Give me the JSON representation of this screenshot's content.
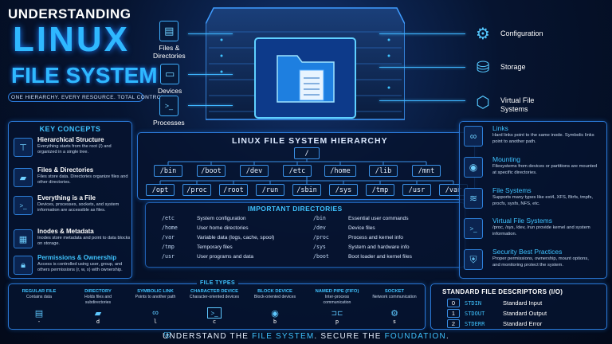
{
  "title": {
    "line1": "UNDERSTANDING",
    "line2": "LINUX",
    "line3": "FILE SYSTEM",
    "tagline": "ONE HIERARCHY. EVERY RESOURCE. TOTAL CONTROL."
  },
  "left_callouts": [
    {
      "label": "Files &\nDirectories",
      "icon": "file-icon"
    },
    {
      "label": "Devices",
      "icon": "monitor-icon"
    },
    {
      "label": "Processes",
      "icon": "terminal-icon"
    }
  ],
  "right_callouts": [
    {
      "label": "Configuration",
      "icon": "gear-icon"
    },
    {
      "label": "Storage",
      "icon": "database-icon"
    },
    {
      "label": "Virtual File\nSystems",
      "icon": "cube-icon"
    }
  ],
  "key_concepts": {
    "title": "KEY CONCEPTS",
    "items": [
      {
        "title": "Hierarchical Structure",
        "desc": "Everything starts from the root (/) and organized in a single tree.",
        "icon": "tree-icon"
      },
      {
        "title": "Files & Directories",
        "desc": "Files store data. Directories organize files and other directories.",
        "icon": "folder-icon"
      },
      {
        "title": "Everything is a File",
        "desc": "Devices, processes, sockets, and system information are accessible as files.",
        "icon": "terminal-icon"
      },
      {
        "title": "Inodes & Metadata",
        "desc": "Inodes store metadata and point to data blocks on storage.",
        "icon": "grid-icon"
      },
      {
        "title": "Permissions & Ownership",
        "desc": "Access is controlled using user, group, and others permissions (r, w, x) with ownership.",
        "icon": "lock-icon"
      }
    ]
  },
  "hierarchy": {
    "title": "LINUX FILE SYSTEM HIERARCHY",
    "root": "/",
    "row1": [
      "/bin",
      "/boot",
      "/dev",
      "/etc",
      "/home",
      "/lib",
      "/mnt"
    ],
    "row2": [
      "/opt",
      "/proc",
      "/root",
      "/run",
      "/sbin",
      "/sys",
      "/tmp",
      "/usr",
      "/var"
    ]
  },
  "important": {
    "title": "IMPORTANT DIRECTORIES",
    "left": [
      [
        "/etc",
        "System configuration"
      ],
      [
        "/home",
        "User home directories"
      ],
      [
        "/var",
        "Variable data (logs, cache, spool)"
      ],
      [
        "/tmp",
        "Temporary files"
      ],
      [
        "/usr",
        "User programs and data"
      ]
    ],
    "right": [
      [
        "/bin",
        "Essential user commands"
      ],
      [
        "/dev",
        "Device files"
      ],
      [
        "/proc",
        "Process and kernel info"
      ],
      [
        "/sys",
        "System and hardware info"
      ],
      [
        "/boot",
        "Boot loader and kernel files"
      ]
    ]
  },
  "right_items": [
    {
      "title": "Links",
      "desc": "Hard links point to the same inode. Symbolic links point to another path.",
      "icon": "link-icon"
    },
    {
      "title": "Mounting",
      "desc": "Filesystems from devices or partitions are mounted at specific directories.",
      "icon": "disk-icon"
    },
    {
      "title": "File Systems",
      "desc": "Supports many types like ext4, XFS, Btrfs, tmpfs, procfs, sysfs, NFS, etc.",
      "icon": "layers-icon"
    },
    {
      "title": "Virtual File Systems",
      "desc": "/proc, /sys, /dev, /run provide kernel and system information.",
      "icon": "terminal-icon"
    },
    {
      "title": "Security Best Practices",
      "desc": "Proper permissions, ownership, mount options, and monitoring protect the system.",
      "icon": "shield-icon"
    }
  ],
  "file_types": {
    "title": "FILE TYPES",
    "items": [
      {
        "name": "REGULAR FILE",
        "desc": "Contains data",
        "letter": "-",
        "glyph": "▤"
      },
      {
        "name": "DIRECTORY",
        "desc": "Holds files and subdirectories",
        "letter": "d",
        "glyph": "▰"
      },
      {
        "name": "SYMBOLIC LINK",
        "desc": "Points to another path",
        "letter": "l",
        "glyph": "∞"
      },
      {
        "name": "CHARACTER DEVICE",
        "desc": "Character-oriented devices",
        "letter": "c",
        "glyph": ">_"
      },
      {
        "name": "BLOCK DEVICE",
        "desc": "Block-oriented devices",
        "letter": "b",
        "glyph": "◉"
      },
      {
        "name": "NAMED PIPE (FIFO)",
        "desc": "Inter-process communication",
        "letter": "p",
        "glyph": "⊐⊏"
      },
      {
        "name": "SOCKET",
        "desc": "Network communication",
        "letter": "s",
        "glyph": "⚙"
      }
    ]
  },
  "fd": {
    "title": "STANDARD FILE DESCRIPTORS (I/O)",
    "rows": [
      [
        "0",
        "STDIN",
        "Standard Input"
      ],
      [
        "1",
        "STDOUT",
        "Standard Output"
      ],
      [
        "2",
        "STDERR",
        "Standard Error"
      ]
    ]
  },
  "footer": {
    "a": "UNDERSTAND THE ",
    "b": "FILE SYSTEM",
    "c": ". SECURE THE ",
    "d": "FOUNDATION",
    "e": "."
  },
  "colors": {
    "accent": "#3fc3ff",
    "panel_border": "#2a78d6",
    "background": "#030b1d"
  }
}
